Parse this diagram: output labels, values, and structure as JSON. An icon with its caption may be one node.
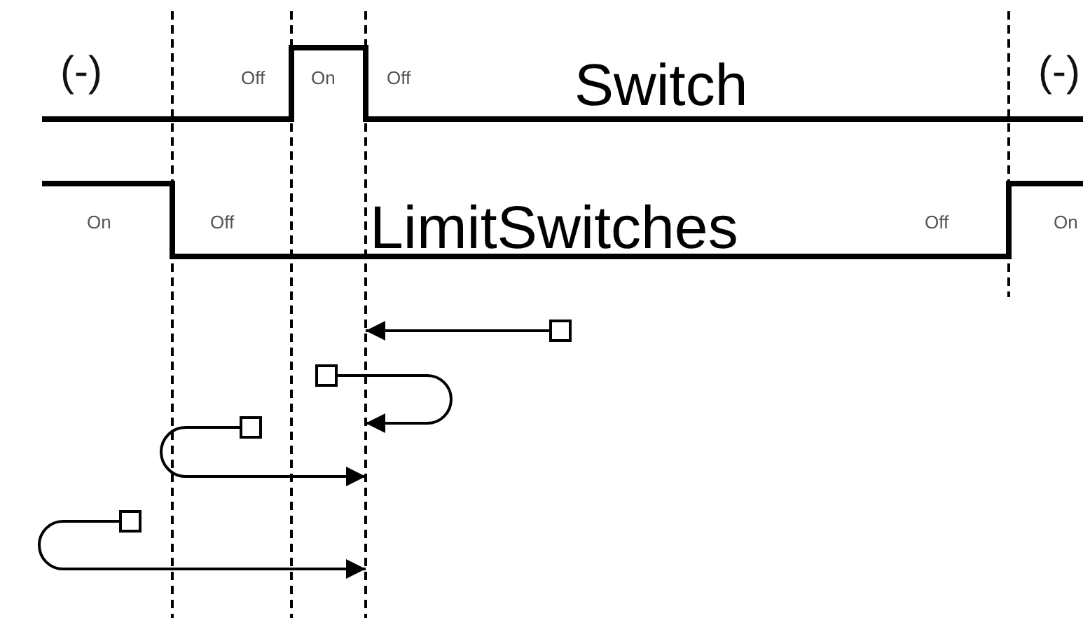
{
  "diagram": {
    "nodes": [
      {
        "text": [],
        "shape": "box"
      },
      {
        "text": [],
        "shape": "box"
      },
      {
        "text": [],
        "shape": "box"
      },
      {
        "text": [],
        "shape": "box"
      }
    ],
    "edges": [
      {
        "from": 0,
        "to": null,
        "arrow": "to"
      },
      {
        "from": 1,
        "to": null,
        "arrow": "to"
      },
      {
        "from": 2,
        "to": null,
        "arrow": "to"
      },
      {
        "from": 3,
        "to": null,
        "arrow": "to"
      }
    ],
    "labels": [
      "(-)",
      "Off",
      "On",
      "Off",
      "Switch",
      "(-)",
      "On",
      "Off",
      "LimitSwitches",
      "Off",
      "On"
    ]
  }
}
